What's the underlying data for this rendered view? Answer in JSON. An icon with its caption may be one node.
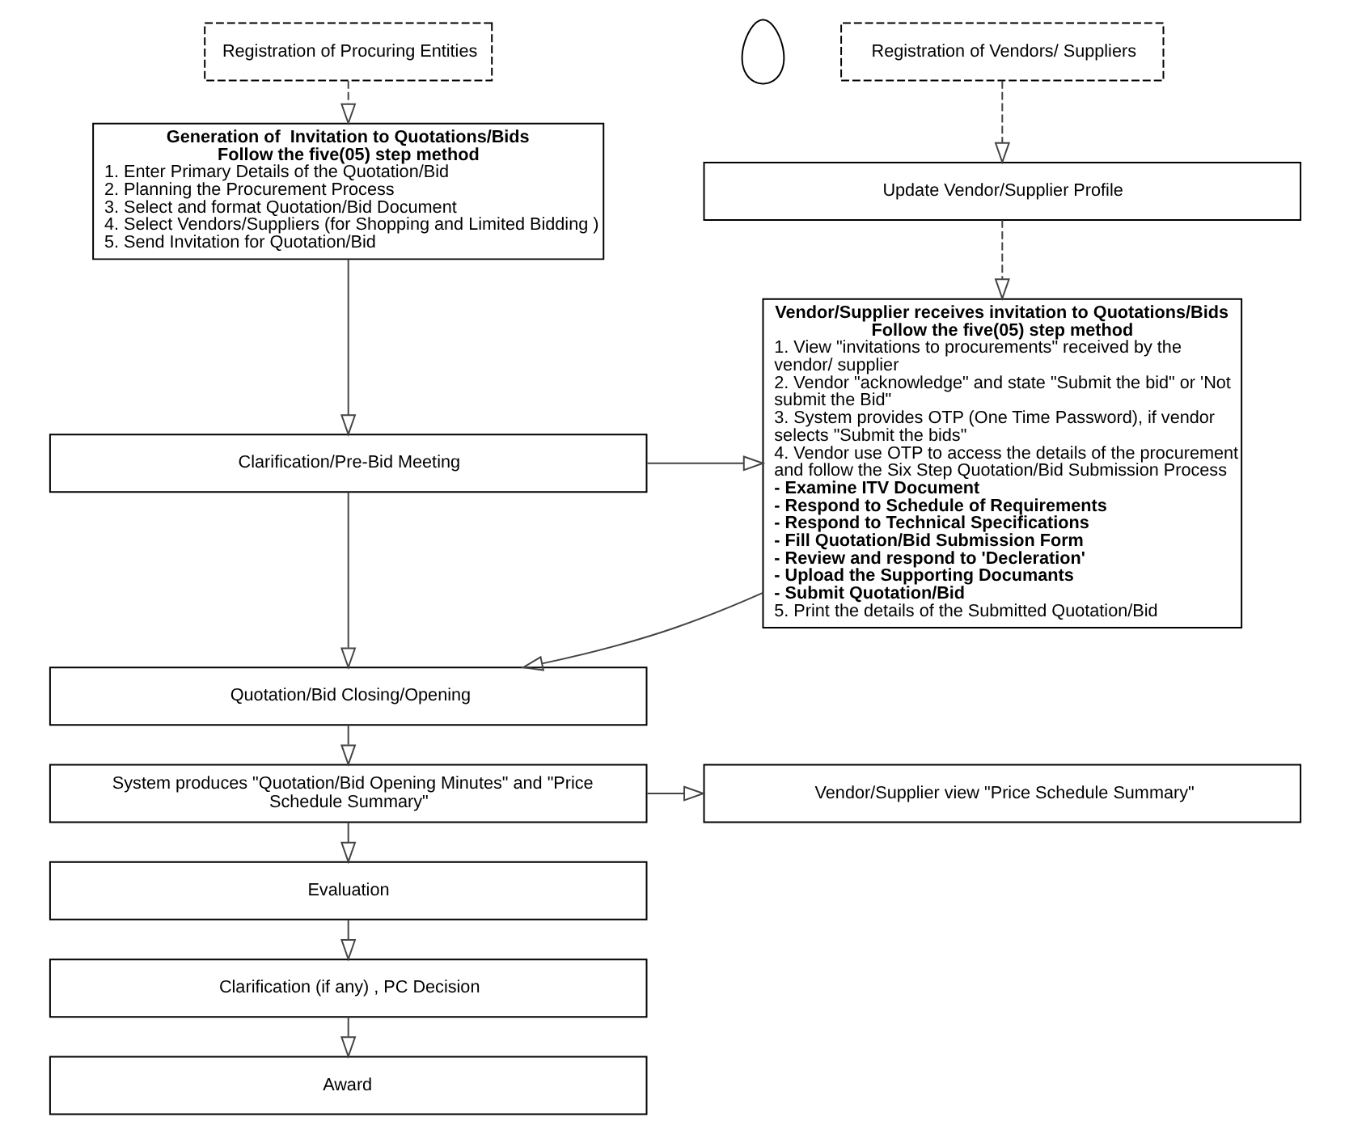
{
  "diagram": {
    "nodes": [
      {
        "text": [],
        "shape": "person"
      },
      {
        "text": [
          "Registration of Vendors/ Suppliers"
        ]
      },
      {
        "text": [
          "Update Vendor/Supplier Profile"
        ]
      },
      {
        "text": [
          "Vendor/Supplier receives invitation to Quotations/Bids",
          "Follow the five(05) step method",
          "1. View \"invitations to procurements\" received by the vendor/ supplier",
          "2. Vendor \"acknowledge\" and state \"Submit the bid\" or 'Not submit the Bid\"",
          "3. System provides OTP (One Time Password), if vendor selects \"Submit the bids\"",
          "4. Vendor use OTP to access the details of the procurement and follow the Six Step Quotation/Bid Submission Process",
          "- Examine ITV Document",
          "- Respond to Schedule of Requirements",
          "- Respond to Technical Specifications",
          "- Fill Quotation/Bid Submission Form",
          "- Review and respond to 'Decleration'",
          "- Upload the Supporting Documants",
          "- Submit Quotation/Bid",
          "5. Print the details of the Submitted Quotation/Bid"
        ]
      },
      {
        "text": [
          "Registration of Procuring Entities"
        ]
      },
      {
        "text": [
          "Generation of  Invitation to Quotations/Bids",
          "Follow the five(05) step method",
          "1. Enter Primary Details of the Quotation/Bid",
          "2. Planning the Procurement Process",
          "3. Select and format Quotation/Bid Document",
          "4. Select Vendors/Suppliers (for Shopping and Limited Bidding )",
          "5. Send Invitation for Quotation/Bid"
        ]
      },
      {
        "text": [
          "Clarification/Pre-Bid Meeting"
        ]
      },
      {
        "text": [
          "Quotation/Bid Closing/Opening"
        ]
      },
      {
        "text": [
          "System produces \"Quotation/Bid Opening Minutes\" and \"Price Schedule Summary\""
        ]
      },
      {
        "text": [
          "Vendor/Supplier view \"Price Schedule Summary\""
        ]
      },
      {
        "text": [
          "Evaluation"
        ]
      },
      {
        "text": [
          "Clarification (if any) , PC Decision"
        ]
      },
      {
        "text": [
          "Award"
        ]
      }
    ],
    "edges": [
      {
        "from": 1,
        "to": 2,
        "arrow": "to",
        "style": "dashed"
      },
      {
        "from": 2,
        "to": 3,
        "arrow": "to",
        "style": "dashed"
      },
      {
        "from": 4,
        "to": 5,
        "arrow": "to",
        "style": "dashed"
      },
      {
        "from": 5,
        "to": 6,
        "arrow": "to"
      },
      {
        "from": 6,
        "to": 3,
        "arrow": "to"
      },
      {
        "from": 3,
        "to": 7,
        "arrow": "to"
      },
      {
        "from": 6,
        "to": 7,
        "arrow": "to"
      },
      {
        "from": 7,
        "to": 8,
        "arrow": "to"
      },
      {
        "from": 8,
        "to": 9,
        "arrow": "to"
      },
      {
        "from": 8,
        "to": 10,
        "arrow": "to"
      },
      {
        "from": 10,
        "to": 11,
        "arrow": "to"
      },
      {
        "from": 11,
        "to": 12,
        "arrow": "to"
      }
    ]
  }
}
